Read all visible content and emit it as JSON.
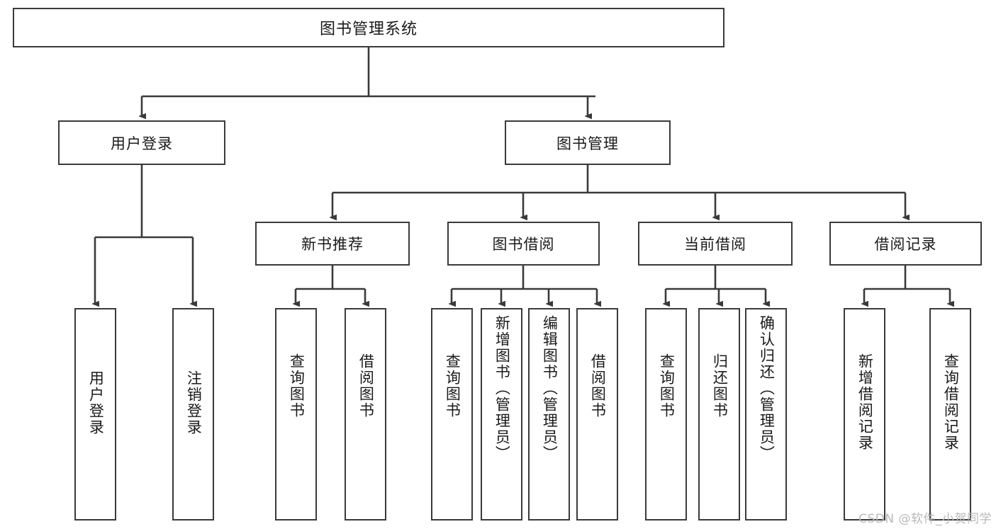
{
  "diagram": {
    "title": "图书管理系统",
    "type": "hierarchy-tree",
    "root": {
      "label": "图书管理系统"
    },
    "level1": [
      {
        "label": "用户登录"
      },
      {
        "label": "图书管理"
      }
    ],
    "level2": [
      {
        "label": "新书推荐"
      },
      {
        "label": "图书借阅"
      },
      {
        "label": "当前借阅"
      },
      {
        "label": "借阅记录"
      }
    ],
    "leaves": {
      "user_login": [
        {
          "label": "用户登录"
        },
        {
          "label": "注销登录"
        }
      ],
      "new_book_recommend": [
        {
          "label": "查询图书"
        },
        {
          "label": "借阅图书"
        }
      ],
      "book_borrow": [
        {
          "label": "查询图书"
        },
        {
          "label": "新增图书（管理员）"
        },
        {
          "label": "编辑图书（管理员）"
        },
        {
          "label": "借阅图书"
        }
      ],
      "current_borrow": [
        {
          "label": "查询图书"
        },
        {
          "label": "归还图书"
        },
        {
          "label": "确认归还（管理员）"
        }
      ],
      "borrow_record": [
        {
          "label": "新增借阅记录"
        },
        {
          "label": "查询借阅记录"
        }
      ]
    }
  },
  "watermark": {
    "text": "CSDN @软件_小贺同学"
  },
  "colors": {
    "stroke": "#3a3a3a",
    "background": "#ffffff",
    "text": "#1a1a1a",
    "watermark": "#b9b9b9"
  }
}
